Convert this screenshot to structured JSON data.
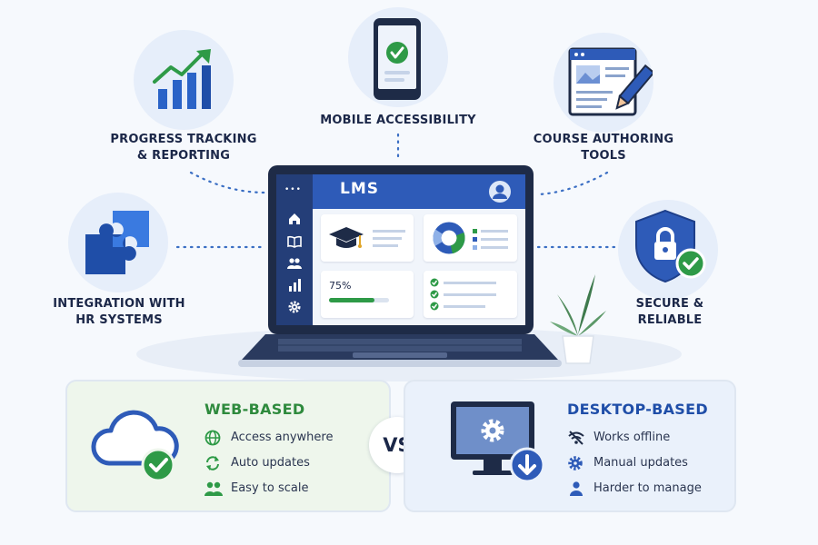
{
  "features": {
    "mobile": "MOBILE ACCESSIBILITY",
    "progress": "PROGRESS TRACKING\n& REPORTING",
    "authoring": "COURSE AUTHORING\nTOOLS",
    "integration": "INTEGRATION WITH\nHR SYSTEMS",
    "secure": "SECURE &\nRELIABLE"
  },
  "lms": {
    "title": "LMS",
    "menu_glyph": "•••",
    "progress_value": "75%",
    "progress_fraction": 0.75
  },
  "compare": {
    "vs": "VS",
    "web": {
      "title": "WEB-BASED",
      "items": [
        "Access anywhere",
        "Auto updates",
        "Easy to scale"
      ]
    },
    "desktop": {
      "title": "DESKTOP-BASED",
      "items": [
        "Works offline",
        "Manual updates",
        "Harder to manage"
      ]
    }
  },
  "colors": {
    "primary_blue": "#2e5bb8",
    "dark_navy": "#1e2b47",
    "green": "#2e9a47",
    "light_circle": "#e6eefa"
  },
  "icons": {
    "progress": "bar-chart-growth-icon",
    "mobile": "smartphone-check-icon",
    "authoring": "document-pencil-icon",
    "integration": "puzzle-icon",
    "secure": "shield-lock-icon",
    "web": "cloud-check-icon",
    "desktop": "monitor-gear-download-icon"
  }
}
